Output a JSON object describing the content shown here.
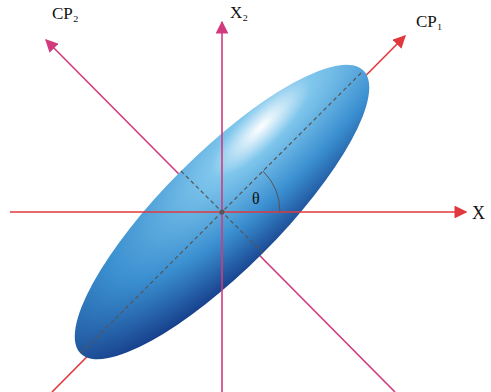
{
  "diagram": {
    "labels": [
      "CP₂",
      "X₂",
      "CP₁",
      "θ",
      "X"
    ]
  }
}
